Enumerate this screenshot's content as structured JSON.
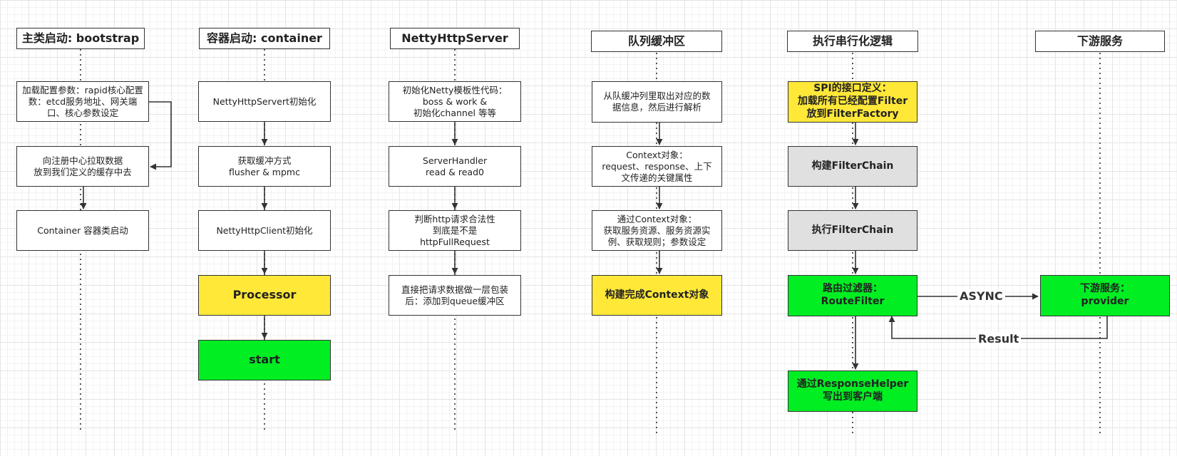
{
  "colors": {
    "yellow": "#ffe838",
    "green": "#00ee22",
    "gray": "#e0e0e0",
    "white": "#ffffff",
    "stroke": "#333333"
  },
  "lanes": {
    "bootstrap": {
      "header": "主类启动: bootstrap",
      "load_config": "加载配置参数：rapid核心配置数：etcd服务地址、网关端口、核心参数设定",
      "pull_registry": "向注册中心拉取数据\n放到我们定义的缓存中去",
      "container_start": "Container 容器类启动"
    },
    "container": {
      "header": "容器启动: container",
      "server_init": "NettyHttpServert初始化",
      "buffer_mode": "获取缓冲方式\nflusher & mpmc",
      "client_init": "NettyHttpClient初始化",
      "processor": "Processor",
      "start": "start"
    },
    "netty_server": {
      "header": "NettyHttpServer",
      "template_init": "初始化Netty模板性代码：\nboss &  work &\n初始化channel 等等",
      "server_handler": "ServerHandler\nread & read0",
      "http_check": "判断http请求合法性\n到底是不是\nhttpFullRequest",
      "wrap_queue": "直接把请求数据做一层包装\n后：添加到queue缓冲区"
    },
    "queue_buffer": {
      "header": "队列缓冲区",
      "take_parse": "从队缓冲列里取出对应的数\n据信息，然后进行解析",
      "context_object": "Context对象：\nrequest、response、上下\n文传递的关键属性",
      "via_context": "通过Context对象：\n获取服务资源、服务资源实\n例、获取规则；参数设定",
      "build_done": "构建完成Context对象"
    },
    "serial_logic": {
      "header": "执行串行化逻辑",
      "spi_define": "SPI的接口定义：\n加载所有已经配置Filter\n放到FilterFactory",
      "build_chain": "构建FilterChain",
      "exec_chain": "执行FilterChain",
      "route_filter": "路由过滤器：\nRouteFilter",
      "response_helper": "通过ResponseHelper\n写出到客户端"
    },
    "downstream": {
      "header": "下游服务",
      "provider": "下游服务：\nprovider"
    }
  },
  "edges": {
    "async": "ASYNC",
    "result": "Result"
  }
}
